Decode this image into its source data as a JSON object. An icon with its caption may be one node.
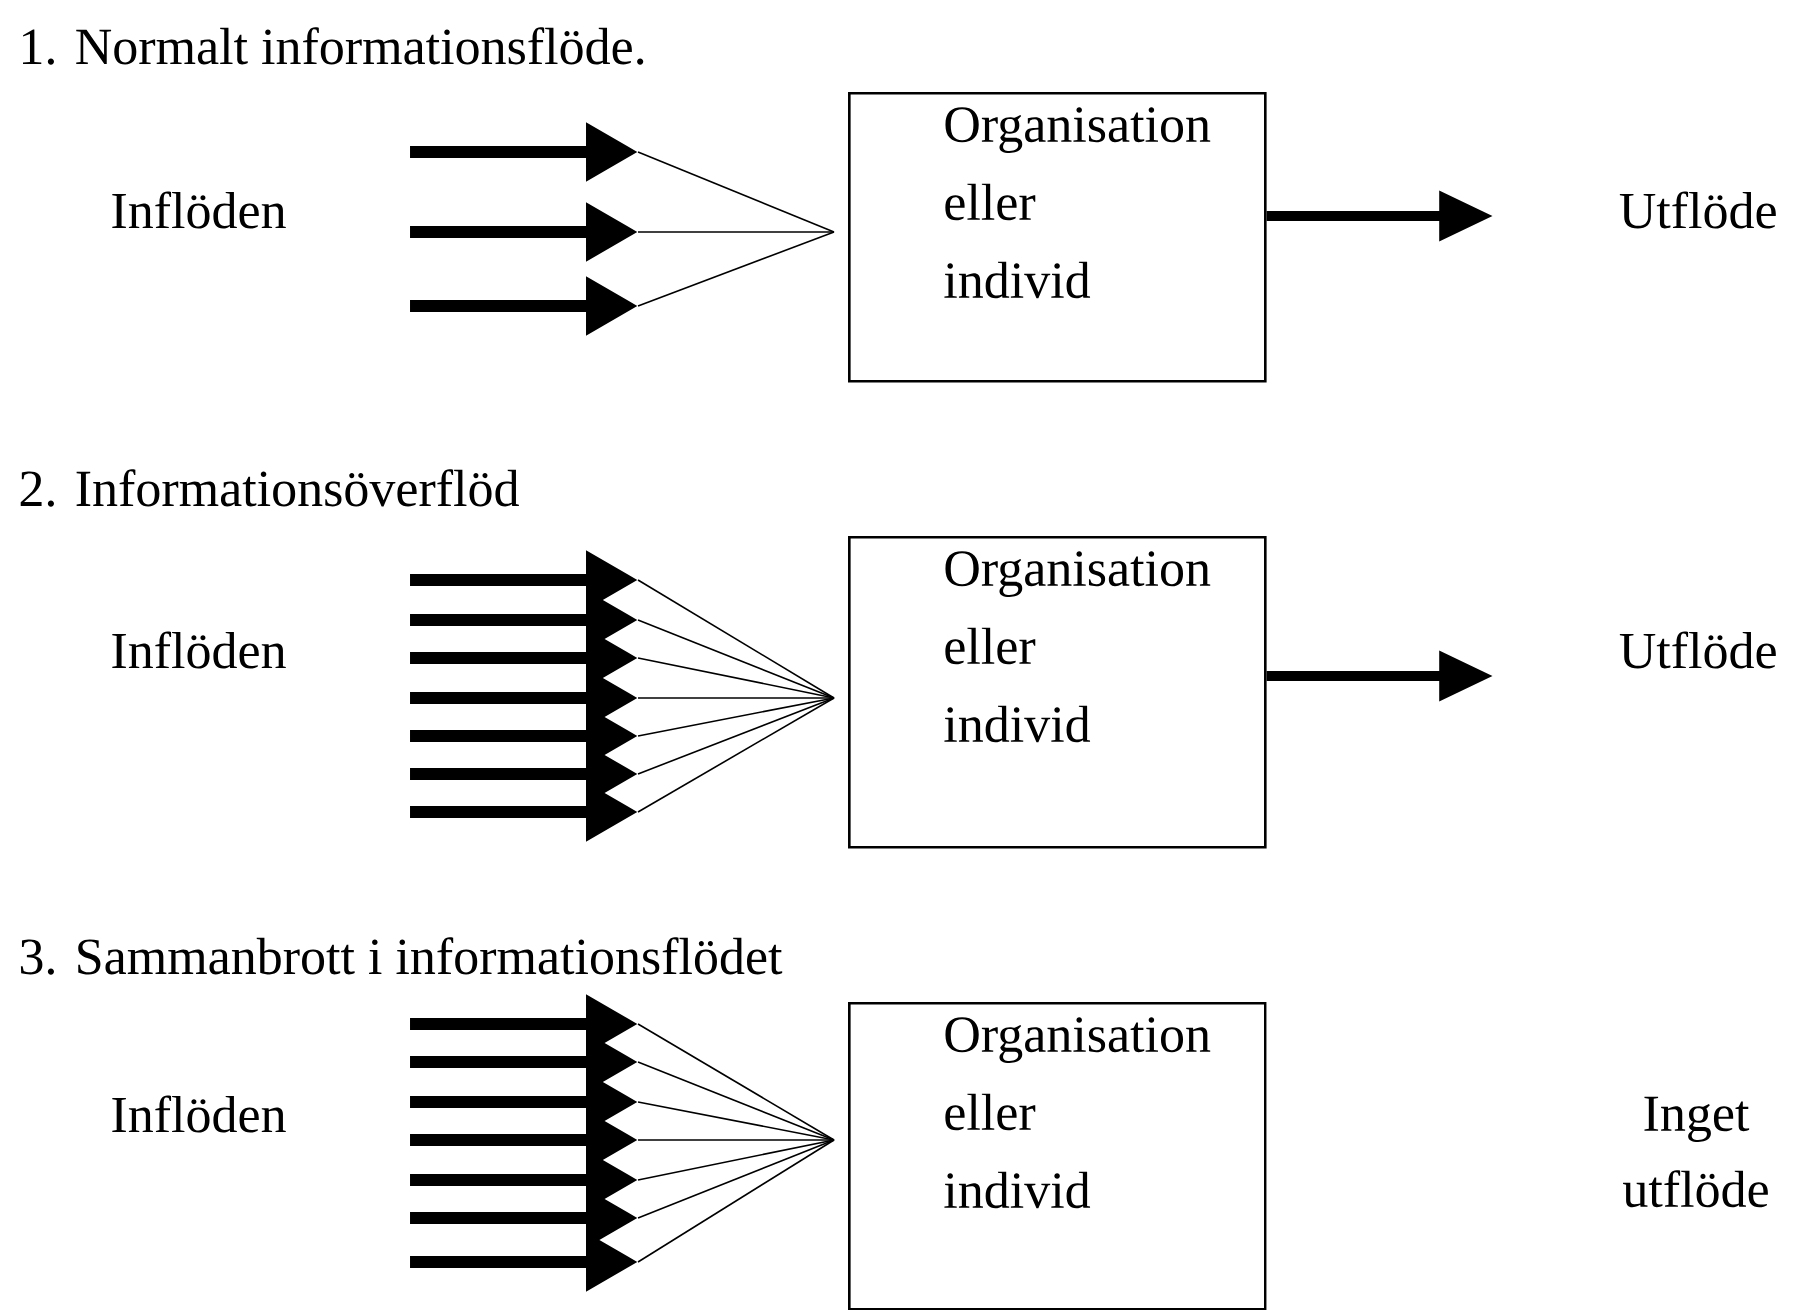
{
  "diagram": {
    "nodes": [
      {
        "text": [
          "Organisation",
          "eller",
          "individ"
        ]
      },
      {
        "text": [
          "Utflöde"
        ]
      },
      {
        "text": [
          "Organisation",
          "eller",
          "individ"
        ]
      },
      {
        "text": [
          "Utflöde"
        ]
      },
      {
        "text": [
          "Organisation",
          "eller",
          "individ"
        ]
      }
    ],
    "edges": [
      {
        "from": 0,
        "to": 1,
        "arrow": "to"
      },
      {
        "from": 2,
        "to": 3,
        "arrow": "to"
      }
    ],
    "labels": [
      "1. Normalt informationsflöde.",
      "Inflöden",
      "2. Informationsöverflöd",
      "Inflöden",
      "3. Sammanbrott i informationsflödet",
      "Inflöden",
      "Inget utflöde"
    ]
  }
}
